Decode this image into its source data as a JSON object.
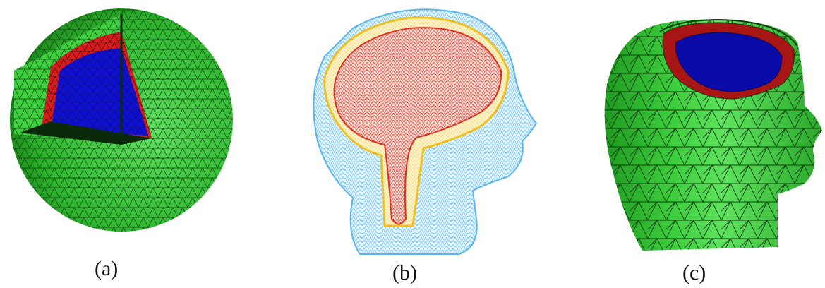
{
  "figure": {
    "panels": [
      {
        "label": "(a)",
        "depicts": "sphere-cutaway-mesh"
      },
      {
        "label": "(b)",
        "depicts": "head-wireframe-mesh"
      },
      {
        "label": "(c)",
        "depicts": "head-cutaway-mesh"
      }
    ],
    "colors": {
      "outer_layer": "#2fbf2f",
      "middle_layer": "#d81b1b",
      "inner_layer": "#1010d0",
      "wire_outer": "#5ab4ee",
      "wire_middle": "#f0c020",
      "wire_inner": "#e03020"
    }
  }
}
